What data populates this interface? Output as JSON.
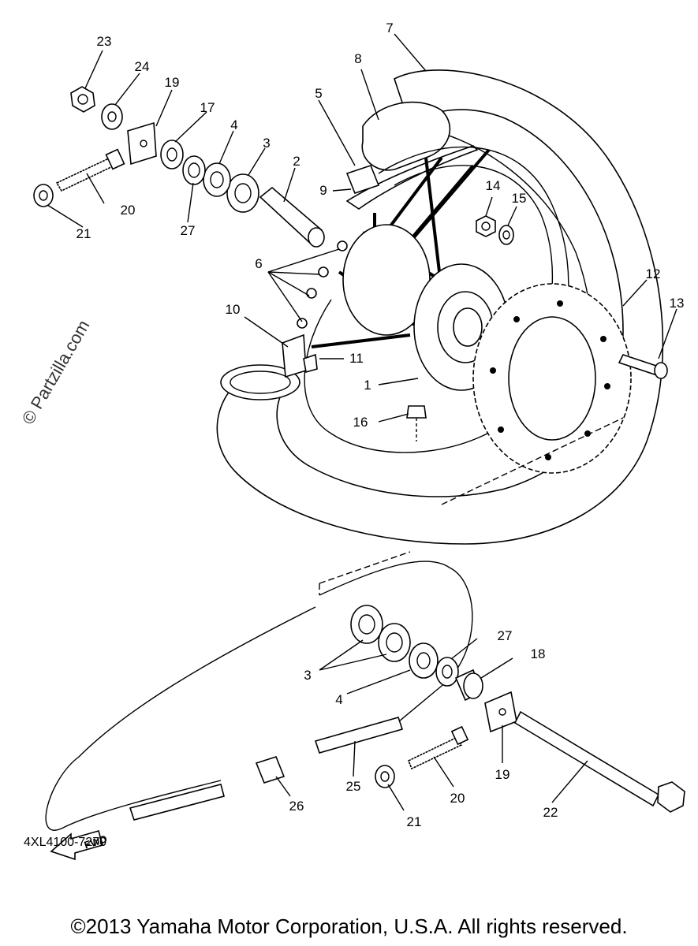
{
  "watermark": "© Partzilla.com",
  "callouts": [
    "1",
    "2",
    "3",
    "4",
    "5",
    "6",
    "7",
    "8",
    "9",
    "10",
    "11",
    "12",
    "13",
    "14",
    "15",
    "16",
    "17",
    "19",
    "20",
    "21",
    "23",
    "24",
    "27",
    "3",
    "4",
    "18",
    "19",
    "20",
    "21",
    "22",
    "25",
    "26",
    "27"
  ],
  "fwd_label": "FWD",
  "diagram_code": "4XL4100-7270",
  "copyright": "©2013  Yamaha Motor Corporation, U.S.A. All rights reserved."
}
